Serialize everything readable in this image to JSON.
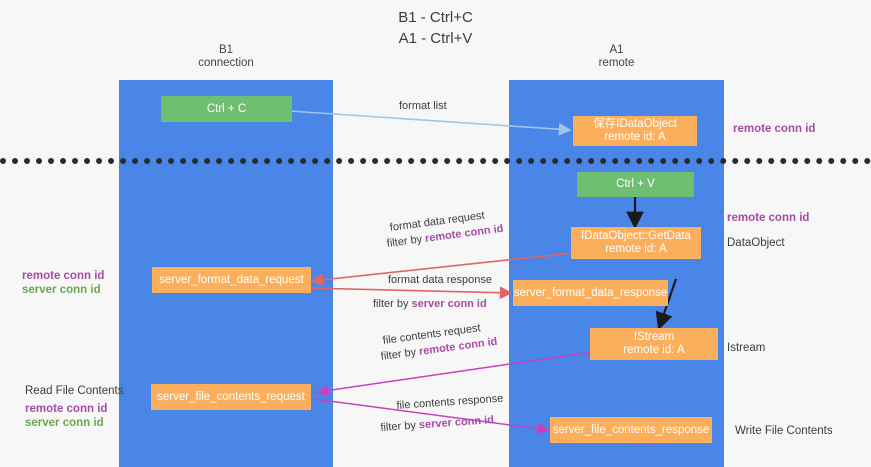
{
  "title": {
    "line1": "B1 - Ctrl+C",
    "line2": "A1 - Ctrl+V"
  },
  "lanes": [
    {
      "id": "b1",
      "name": "B1",
      "subtitle": "connection"
    },
    {
      "id": "a1",
      "name": "A1",
      "subtitle": "remote"
    }
  ],
  "boxes": {
    "ctrl_c": "Ctrl + C",
    "ctrl_v": "Ctrl + V",
    "save_idataobject_l1": "保存IDataObject",
    "save_idataobject_l2": "remote id: A",
    "getdata_l1": "IDataObject::GetData",
    "getdata_l2": "remote id: A",
    "istream_l1": "IStream",
    "istream_l2": "remote id: A",
    "server_format_data_request": "server_format_data_request",
    "server_format_data_response": "server_format_data_response",
    "server_file_contents_request": "server_file_contents_request",
    "server_file_contents_response": "server_file_contents_response"
  },
  "arrow_labels": {
    "format_list": "format list",
    "format_data_request": "format data request",
    "format_data_request_filter_prefix": "filter by ",
    "format_data_request_filter_key": "remote conn id",
    "format_data_response": "format data response",
    "format_data_response_filter_prefix": "filter by ",
    "format_data_response_filter_key": "server conn id",
    "file_contents_request": "file contents request",
    "file_contents_request_filter_prefix": "filter by ",
    "file_contents_request_filter_key": "remote conn id",
    "file_contents_response": "file contents response",
    "file_contents_response_filter_prefix": "filter by ",
    "file_contents_response_filter_key": "server conn id"
  },
  "side_labels": {
    "right_remote_conn_id_top": "remote conn id",
    "right_remote_conn_id_mid": "remote conn id",
    "right_dataobject": "DataObject",
    "right_istream": "Istream",
    "right_write_file_contents": "Write File Contents",
    "left_remote_conn_id_mid": "remote conn id",
    "left_server_conn_id_mid": "server conn id",
    "left_read_file_contents": "Read File Contents",
    "left_remote_conn_id_bottom": "remote conn id",
    "left_server_conn_id_bottom": "server conn id"
  },
  "colors": {
    "lane": "#4a86e8",
    "green_box": "#6fbf73",
    "orange_box": "#fbaf5d",
    "purple_text": "#a64ca6",
    "green_text": "#6aa84f",
    "red_arrow": "#e06666",
    "magenta_arrow": "#cc3fbf",
    "light_blue_arrow": "#9fc5e8",
    "black_arrow": "#1a1a1a",
    "page_bg": "#f7f7f7"
  }
}
